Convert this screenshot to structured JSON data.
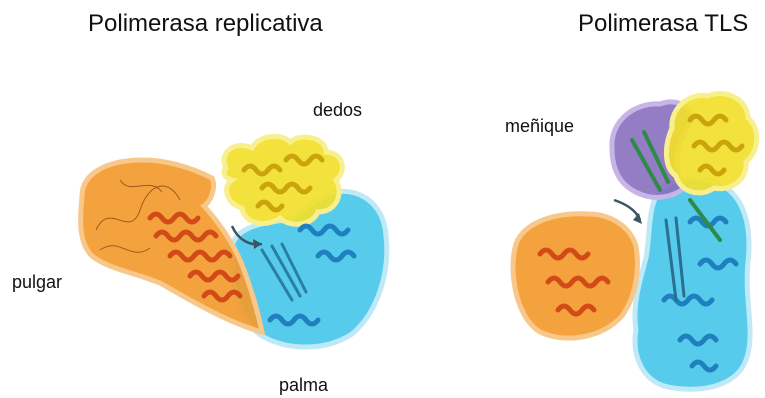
{
  "titles": {
    "replicative": "Polimerasa replicativa",
    "tls": "Polimerasa TLS"
  },
  "labels": {
    "dedos": "dedos",
    "pulgar": "pulgar",
    "palma": "palma",
    "menique": "meñique"
  },
  "colors": {
    "thumb": "#f39a2e",
    "palm": "#38c2e8",
    "fingers": "#f2e02a",
    "little_finger": "#8a6fc0",
    "helix_thumb": "#d24a18",
    "helix_palm": "#1f7fbf",
    "helix_fingers": "#c9a40c",
    "arrow": "#3b5663"
  }
}
